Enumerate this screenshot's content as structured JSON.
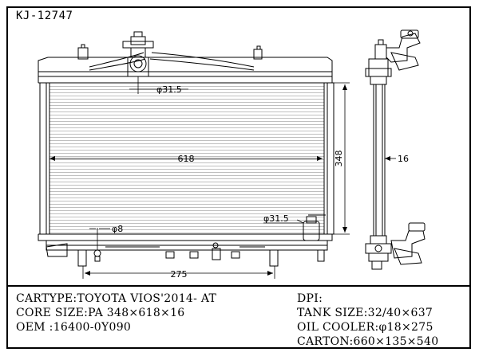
{
  "part_no": "KJ-12747",
  "dimensions": {
    "width": "618",
    "height": "348",
    "inlet_dia": "φ31.5",
    "outlet_dia": "φ31.5",
    "drain_dia": "φ8",
    "bracket_spacing": "275",
    "core_thickness": "16"
  },
  "specs": {
    "cartype": "CARTYPE:TOYOTA VIOS'2014- AT",
    "core_size": "CORE SIZE:PA 348×618×16",
    "oem": "OEM :16400-0Y090",
    "dpi": "DPI:",
    "tank_size": "TANK SIZE:32/40×637",
    "oil_cooler": "OIL COOLER:φ18×275",
    "carton": "CARTON:660×135×540"
  }
}
